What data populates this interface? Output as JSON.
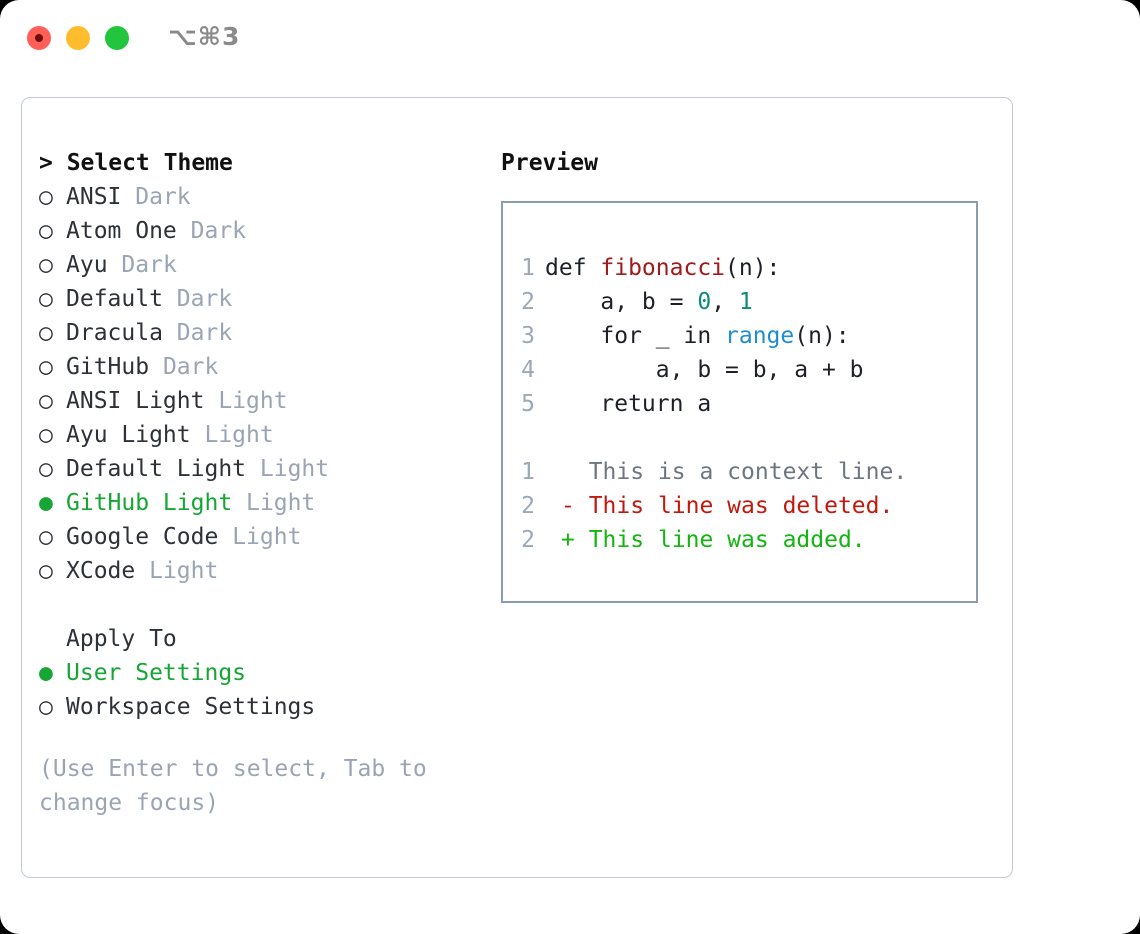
{
  "window": {
    "shortcut": "⌥⌘3",
    "traffic_lights": [
      {
        "name": "close",
        "color": "#ff5f57"
      },
      {
        "name": "minimize",
        "color": "#ffbd2e"
      },
      {
        "name": "maximize",
        "color": "#23c53f"
      }
    ]
  },
  "accent": {
    "selected_green": "#16a634",
    "muted": "#9aa4b4",
    "text": "#2d3138"
  },
  "theme_list": {
    "title": "> Select Theme",
    "items": [
      {
        "marker": "○",
        "label": "ANSI",
        "suffix": "Dark",
        "selected": false
      },
      {
        "marker": "○",
        "label": "Atom One",
        "suffix": "Dark",
        "selected": false
      },
      {
        "marker": "○",
        "label": "Ayu",
        "suffix": "Dark",
        "selected": false
      },
      {
        "marker": "○",
        "label": "Default",
        "suffix": "Dark",
        "selected": false
      },
      {
        "marker": "○",
        "label": "Dracula",
        "suffix": "Dark",
        "selected": false
      },
      {
        "marker": "○",
        "label": "GitHub",
        "suffix": "Dark",
        "selected": false
      },
      {
        "marker": "○",
        "label": "ANSI Light",
        "suffix": "Light",
        "selected": false
      },
      {
        "marker": "○",
        "label": "Ayu Light",
        "suffix": "Light",
        "selected": false
      },
      {
        "marker": "○",
        "label": "Default Light",
        "suffix": "Light",
        "selected": false
      },
      {
        "marker": "●",
        "label": "GitHub Light",
        "suffix": "Light",
        "selected": true
      },
      {
        "marker": "○",
        "label": "Google Code",
        "suffix": "Light",
        "selected": false
      },
      {
        "marker": "○",
        "label": "XCode",
        "suffix": "Light",
        "selected": false
      }
    ]
  },
  "apply_to": {
    "title": "Apply To",
    "items": [
      {
        "marker": "●",
        "label": "User Settings",
        "selected": true
      },
      {
        "marker": "○",
        "label": "Workspace Settings",
        "selected": false
      }
    ]
  },
  "hint": "(Use Enter to select, Tab to change focus)",
  "preview": {
    "title": "Preview",
    "code_lines": [
      {
        "number": "1",
        "tokens": [
          {
            "text": "def ",
            "kind": "plain"
          },
          {
            "text": "fibonacci",
            "kind": "fn"
          },
          {
            "text": "(n):",
            "kind": "plain"
          }
        ]
      },
      {
        "number": "2",
        "tokens": [
          {
            "text": "    a, b = ",
            "kind": "plain"
          },
          {
            "text": "0",
            "kind": "num"
          },
          {
            "text": ", ",
            "kind": "plain"
          },
          {
            "text": "1",
            "kind": "num"
          }
        ]
      },
      {
        "number": "3",
        "tokens": [
          {
            "text": "    for _ in ",
            "kind": "plain"
          },
          {
            "text": "range",
            "kind": "call"
          },
          {
            "text": "(n):",
            "kind": "plain"
          }
        ]
      },
      {
        "number": "4",
        "tokens": [
          {
            "text": "        a, b = b, a + b",
            "kind": "plain"
          }
        ]
      },
      {
        "number": "5",
        "tokens": [
          {
            "text": "    return a",
            "kind": "plain"
          }
        ]
      }
    ],
    "diff_lines": [
      {
        "number": "1",
        "sign": " ",
        "text": " This is a context line.",
        "kind": "context"
      },
      {
        "number": "2",
        "sign": "-",
        "text": " This line was deleted.",
        "kind": "deleted"
      },
      {
        "number": "2",
        "sign": "+",
        "text": " This line was added.",
        "kind": "added"
      }
    ]
  }
}
